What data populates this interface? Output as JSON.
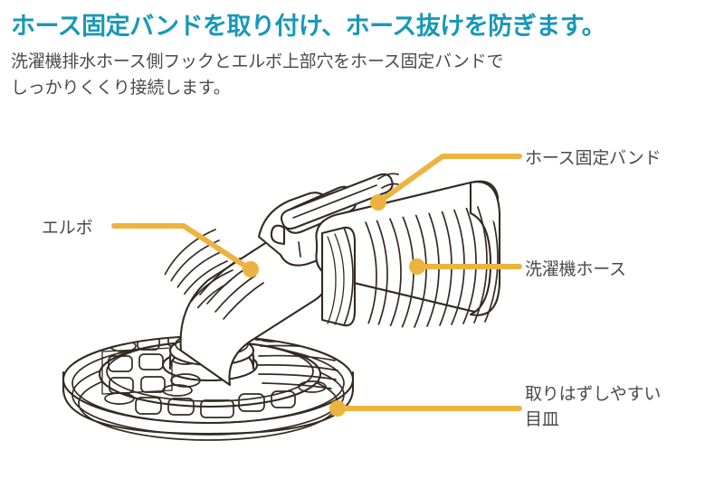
{
  "heading": {
    "title": "ホース固定バンドを取り付け、ホース抜けを防ぎます。",
    "subtitle_line1": "洗濯機排水ホース側フックとエルボ上部穴をホース固定バンドで",
    "subtitle_line2": "しっかりくくり接続します。",
    "title_color": "#1898b8",
    "text_color": "#4a4a4a"
  },
  "callouts": {
    "band": {
      "label": "ホース固定バンド"
    },
    "hose": {
      "label": "洗濯機ホース"
    },
    "elbow": {
      "label": "エルボ"
    },
    "cover": {
      "label_line1": "取りはずしやすい",
      "label_line2": "目皿"
    }
  },
  "colors": {
    "leader": "#edb33f",
    "outline": "#332b22",
    "background": "#ffffff"
  }
}
